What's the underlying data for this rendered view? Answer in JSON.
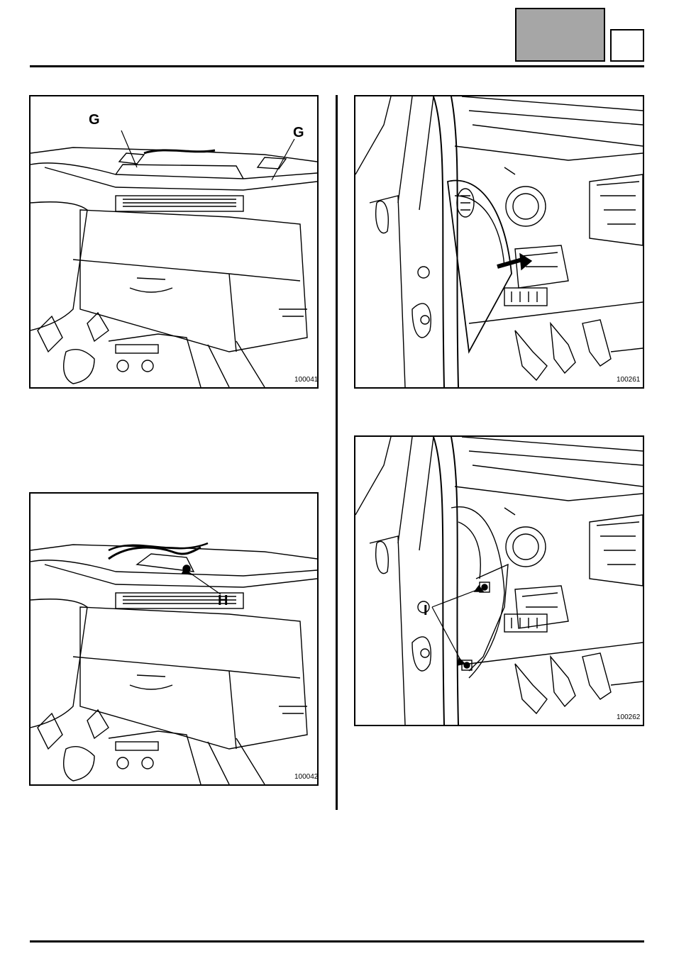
{
  "figures": [
    {
      "ref": "100041",
      "callouts": [
        "G",
        "G"
      ]
    },
    {
      "ref": "100261",
      "callouts": []
    },
    {
      "ref": "100042",
      "callouts": [
        "H"
      ]
    },
    {
      "ref": "100262",
      "callouts": [
        "I"
      ]
    }
  ]
}
